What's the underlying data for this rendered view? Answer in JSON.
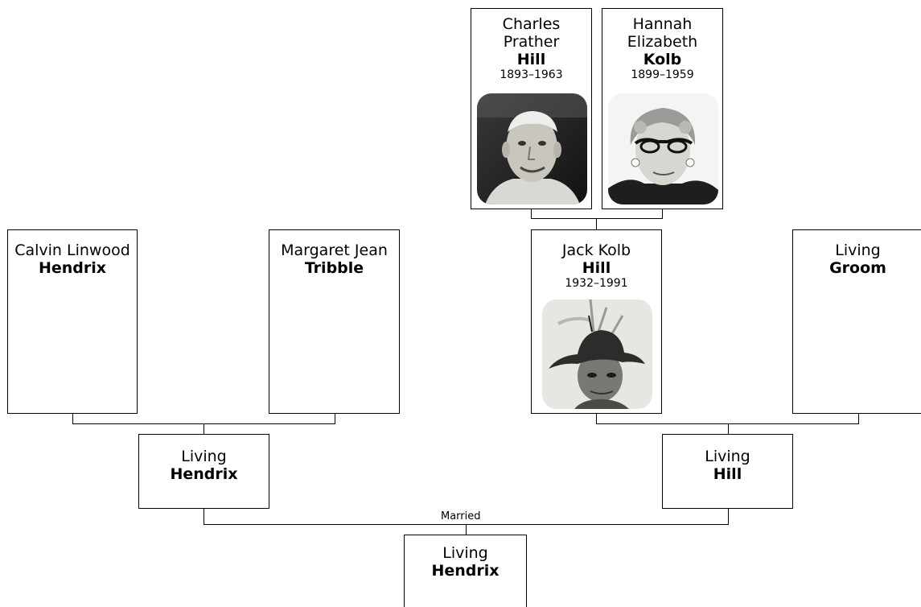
{
  "tree": {
    "gp_hill": {
      "first": "Charles\nPrather",
      "surname": "Hill",
      "dates": "1893–1963",
      "photo": "portrait-photo"
    },
    "gp_kolb": {
      "first": "Hannah\nElizabeth",
      "surname": "Kolb",
      "dates": "1899–1959",
      "photo": "portrait-photo"
    },
    "calvin": {
      "first": "Calvin Linwood",
      "surname": "Hendrix"
    },
    "margaret": {
      "first": "Margaret Jean",
      "surname": "Tribble"
    },
    "jack": {
      "first": "Jack Kolb",
      "surname": "Hill",
      "dates": "1932–1991",
      "photo": "portrait-photo"
    },
    "groom": {
      "first": "Living",
      "surname": "Groom"
    },
    "parent_hendrix": {
      "first": "Living",
      "surname": "Hendrix"
    },
    "parent_hill": {
      "first": "Living",
      "surname": "Hill"
    },
    "married_label": "Married",
    "child": {
      "first": "Living",
      "surname": "Hendrix"
    }
  }
}
